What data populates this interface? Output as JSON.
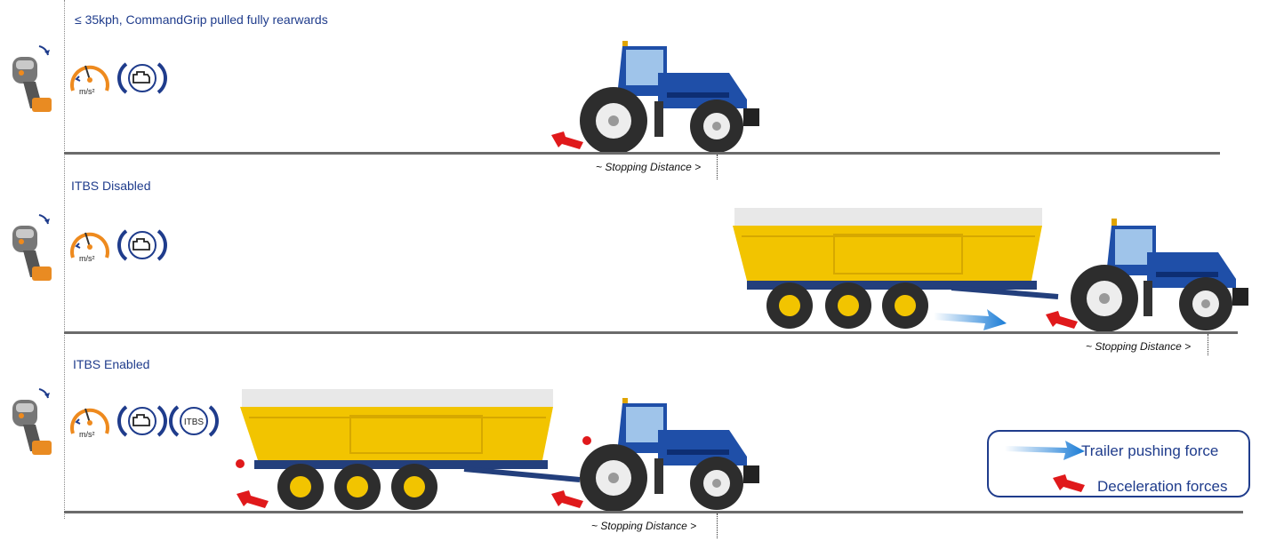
{
  "rows": [
    {
      "title": "≤ 35kph, CommandGrip pulled fully rearwards",
      "icons": [
        "commandgrip-lever-icon",
        "deceleration-gauge-icon",
        "engine-brake-icon"
      ],
      "stopping_label": "~ Stopping Distance >",
      "gauge_unit": "m/s²"
    },
    {
      "title": "ITBS Disabled",
      "icons": [
        "commandgrip-lever-icon",
        "deceleration-gauge-icon",
        "engine-brake-icon"
      ],
      "stopping_label": "~ Stopping Distance >",
      "gauge_unit": "m/s²"
    },
    {
      "title": "ITBS Enabled",
      "icons": [
        "commandgrip-lever-icon",
        "deceleration-gauge-icon",
        "engine-brake-icon",
        "itbs-brake-icon"
      ],
      "stopping_label": "~ Stopping Distance >",
      "gauge_unit": "m/s²",
      "itbs_label": "ITBS"
    }
  ],
  "legend": {
    "trailer_push": "Trailer pushing force",
    "deceleration": "Deceleration forces"
  },
  "colors": {
    "tractor_blue": "#1f4fa8",
    "trailer_yellow": "#f2c400",
    "decel_red": "#e0191b",
    "push_blue": "#1a7cd6",
    "gauge_orange": "#ee8a1e",
    "text_navy": "#1f3c8c"
  }
}
